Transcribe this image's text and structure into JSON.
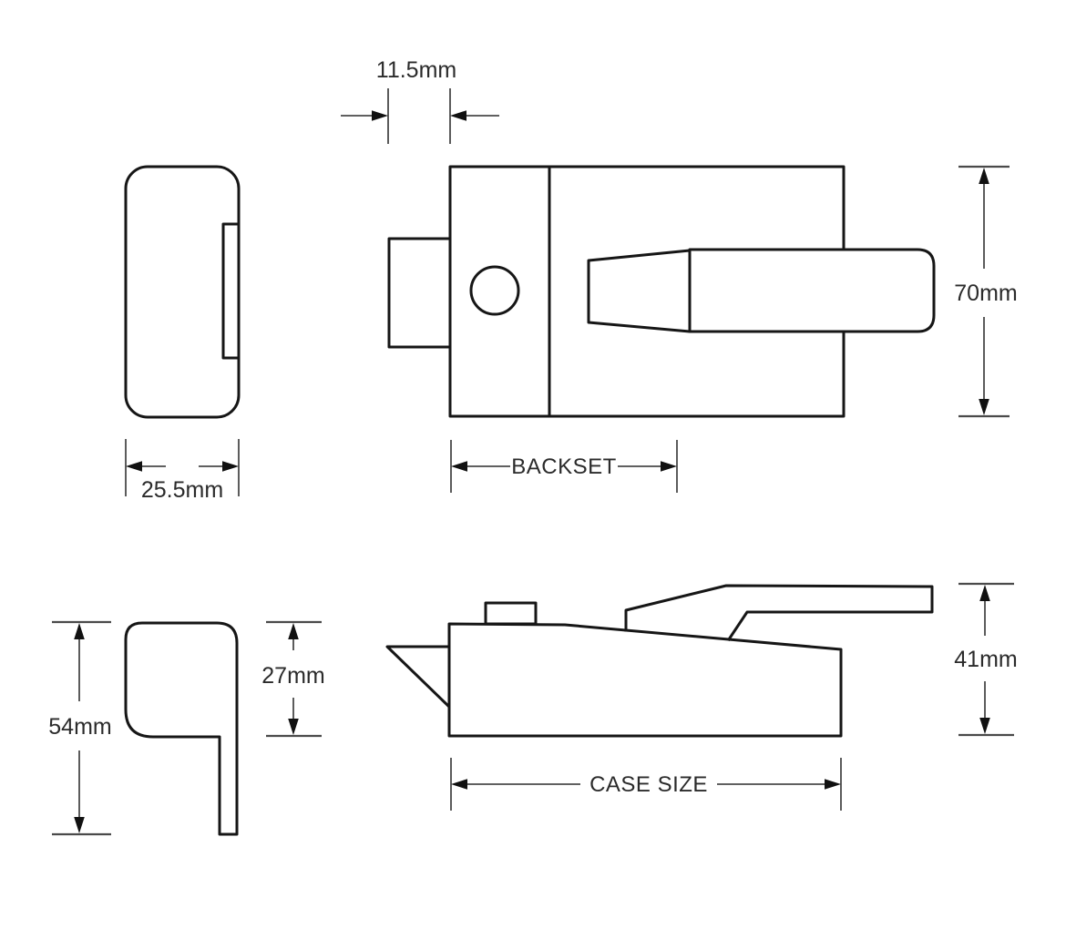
{
  "colors": {
    "background": "#ffffff",
    "outline": "#161616",
    "dimension_line": "#4a4a4a",
    "label_text": "#2b2b2b"
  },
  "dimensions": {
    "rim_offset": {
      "label": "11.5mm"
    },
    "case_depth": {
      "label": "25.5mm"
    },
    "backset": {
      "label": "BACKSET"
    },
    "case_height": {
      "label": "70mm"
    },
    "keep_height": {
      "label": "54mm"
    },
    "keep_depth": {
      "label": "27mm"
    },
    "case_size": {
      "label": "CASE SIZE"
    },
    "overall_height": {
      "label": "41mm"
    }
  }
}
